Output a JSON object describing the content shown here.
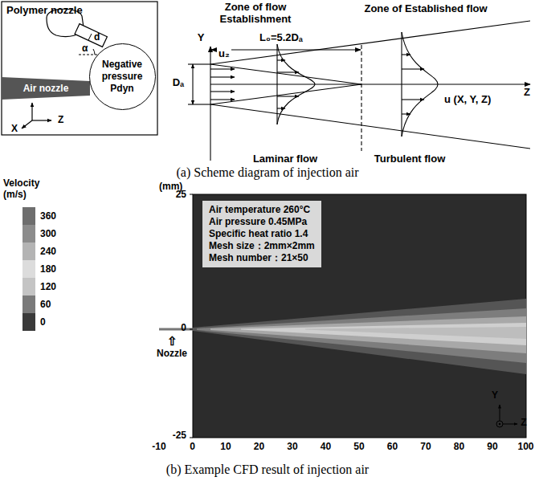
{
  "diagram": {
    "nodes": [
      {
        "text": [
          "Air nozzle"
        ]
      },
      {
        "text": [
          "Negative pressure Pdyn"
        ]
      },
      {
        "text": [
          "Air temperature 260°C",
          "Air pressure 0.45MPa",
          "Specific heat ratio 1.4",
          "Mesh size：2mm×2mm",
          "Mesh number：21×50"
        ]
      }
    ],
    "labels": [
      "Polymer nozzle",
      "d",
      "α",
      "Y",
      "X",
      "Z",
      "Zone of flow Establishment",
      "L₀=5.2Dₐ",
      "Zone of Established flow",
      "Y",
      "Z",
      "u₂",
      "Dₐ",
      "Laminar flow",
      "Turbulent flow",
      "u (X, Y, Z)",
      "(a) Scheme diagram of injection air",
      "Velocity (m/s)",
      "(mm)",
      "25",
      "0",
      "-25",
      "-10",
      "0",
      "10",
      "20",
      "30",
      "40",
      "50",
      "60",
      "70",
      "80",
      "90",
      "100",
      "⇧",
      "Nozzle",
      "Y",
      "Z",
      "(b) Example CFD result of injection air"
    ],
    "legend": [
      {
        "text": "360",
        "color": "#6e6e6e"
      },
      {
        "text": "300",
        "color": "#8c8c8c"
      },
      {
        "text": "240",
        "color": "#b4b4b4"
      },
      {
        "text": "180",
        "color": "#dcdcdc"
      },
      {
        "text": "120",
        "color": "#c4c4c4"
      },
      {
        "text": "60",
        "color": "#7a7a7a"
      },
      {
        "text": "0",
        "color": "#3a3a3a"
      }
    ]
  }
}
